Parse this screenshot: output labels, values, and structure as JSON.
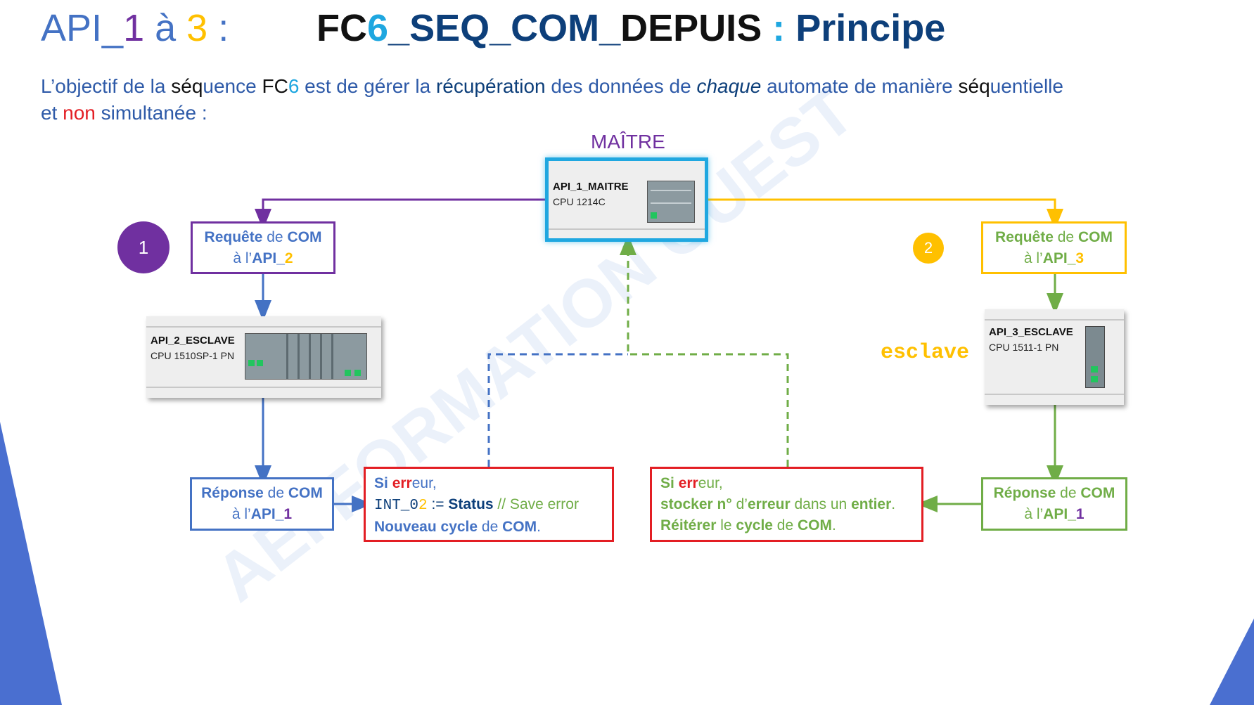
{
  "title": {
    "prefix": "API_",
    "n1": "1",
    "a": " à ",
    "n3": "3",
    "colon": " :",
    "fc": "FC",
    "six": "6",
    "seq_com": "_SEQ_COM_",
    "depuis": "DEPUIS",
    "sep": " : ",
    "principe": "Principe"
  },
  "intro": {
    "line1": [
      "L’objectif de la ",
      "séq",
      "uence ",
      "FC",
      "6",
      " est de gérer la ",
      "récupération",
      " des données de ",
      "chaque",
      " automate de manière ",
      "séq",
      "uentielle"
    ],
    "line2": [
      "et ",
      "non",
      " simultanée :"
    ]
  },
  "master": {
    "label": "MAÎTRE",
    "name": "API_1_MAITRE",
    "cpu": "CPU 1214C"
  },
  "step1": "1",
  "step2": "2",
  "req2": {
    "w1": "Requête",
    "w2": " de ",
    "w3": "COM",
    "l2a": "à l’",
    "l2b": "API_",
    "l2c": "2"
  },
  "req3": {
    "w1": "Requête",
    "w2": " de ",
    "w3": "COM",
    "l2a": "à l’",
    "l2b": "API_",
    "l2c": "3"
  },
  "slave2": {
    "name": "API_2_ESCLAVE",
    "cpu": "CPU 1510SP-1 PN"
  },
  "slave3": {
    "name": "API_3_ESCLAVE",
    "cpu": "CPU 1511-1 PN",
    "label": "esclave"
  },
  "resp2": {
    "w1": "Réponse",
    "w2": " de ",
    "w3": "COM",
    "l2a": "à l’",
    "l2b": "API_",
    "l2c": "1"
  },
  "resp3": {
    "w1": "Réponse",
    "w2": " de ",
    "w3": "COM",
    "l2a": "à l’",
    "l2b": "API_",
    "l2c": "1"
  },
  "err_left": {
    "l1a": "Si ",
    "l1b": "err",
    "l1c": "eur,",
    "l2a": "INT_0",
    "l2b": "2",
    "l2c": " := ",
    "l2d": "Status",
    "l2e": " // Save error",
    "l3a": "Nouveau cycle",
    "l3b": " de ",
    "l3c": "COM",
    "l3d": "."
  },
  "err_right": {
    "l1a": "Si ",
    "l1b": "err",
    "l1c": "eur,",
    "l2a": "stocker n°",
    "l2b": " d’",
    "l2c": "erreur",
    "l2d": " dans un ",
    "l2e": "entier",
    "l2f": ".",
    "l3a": "Réitérer",
    "l3b": " le ",
    "l3c": "cycle",
    "l3d": " de ",
    "l3e": "COM",
    "l3f": "."
  },
  "watermark": "AEI FORMATION OUEST",
  "colors": {
    "purple": "#7030a0",
    "yellow": "#ffc000",
    "blue": "#4472c4",
    "green": "#70ad47",
    "red": "#e31e24",
    "navy": "#0d3f7a",
    "cyan": "#1fa7e0"
  }
}
